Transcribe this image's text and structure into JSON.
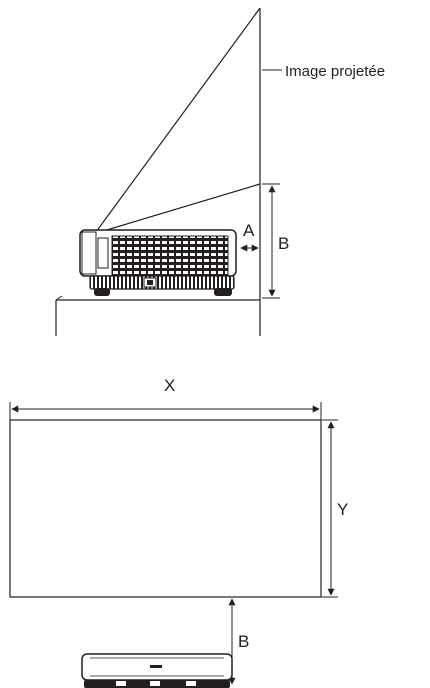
{
  "side_view": {
    "label_image": "Image projetée",
    "label_a": "A",
    "label_b": "B"
  },
  "front_view": {
    "label_x": "X",
    "label_y": "Y",
    "label_b": "B"
  }
}
